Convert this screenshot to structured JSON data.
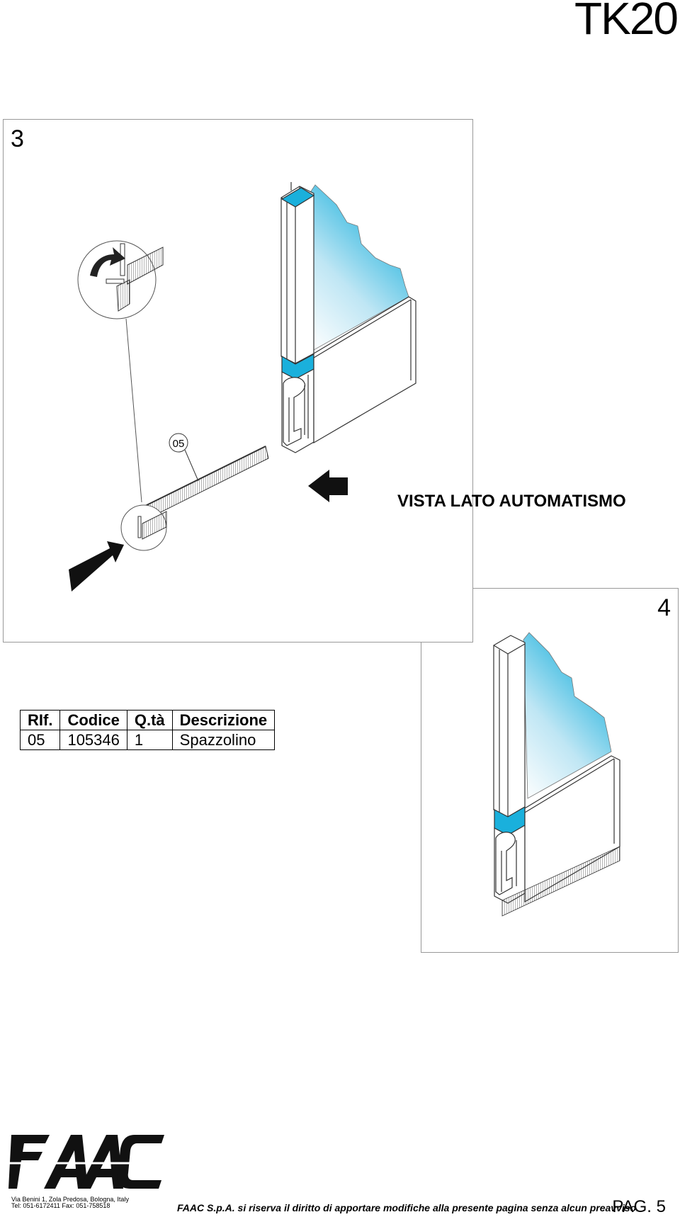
{
  "header": {
    "title": "TK20"
  },
  "figure3": {
    "number": "3",
    "callout": "05",
    "caption": "VISTA LATO AUTOMATISMO"
  },
  "figure4": {
    "number": "4"
  },
  "colors": {
    "glass_light": "#e8f6fb",
    "glass_dark": "#1ab0dc",
    "border": "#999999"
  },
  "icons": [
    "rotate-arrow-icon",
    "insert-arrow-icon",
    "push-arrow-icon"
  ],
  "parts_table": {
    "headers": [
      "RIf.",
      "Codice",
      "Q.tà",
      "Descrizione"
    ],
    "rows": [
      [
        "05",
        "105346",
        "1",
        "Spazzolino"
      ]
    ]
  },
  "footer": {
    "logo": "FAAC",
    "address_line1": "Via Benini 1, Zola Predosa, Bologna, Italy",
    "address_line2": "Tel: 051-6172411  Fax: 051-758518",
    "disclaimer": "FAAC S.p.A. si riserva il diritto di apportare modifiche alla presente pagina senza alcun preavviso.",
    "page": "PAG. 5"
  }
}
